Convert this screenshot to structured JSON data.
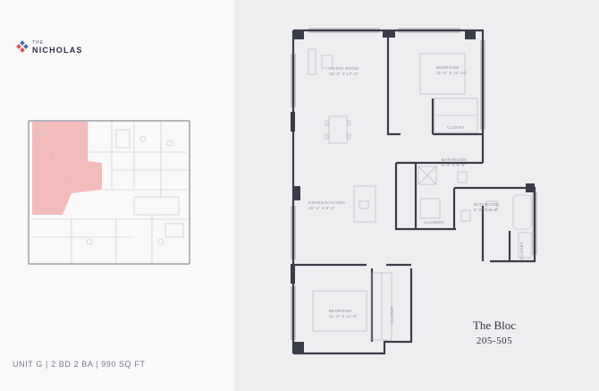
{
  "brand": {
    "the": "THE",
    "name": "NICHOLAS"
  },
  "unit_caption": "UNIT G | 2 BD 2 BA | 990 SQ FT",
  "plan": {
    "name": "The Bloc",
    "units": "205-505"
  },
  "rooms": {
    "living_room": "LIVING ROOM",
    "living_dims": "16'-6\" X 17'-2\"",
    "bedroom_1": "BEDROOM",
    "bedroom_1_dims": "11'-0\" X 11'-10\"",
    "closet_1": "CLOSET",
    "bathroom_1": "BATHROOM",
    "bathroom_1_dims": "5'-3\" X 8'-6\"",
    "dining_kitchen": "DINING/KITCHEN",
    "dining_kitchen_dims": "16'-1\" X 9'-2\"",
    "laundry": "LAUNDRY",
    "bathroom_2": "BATHROOM",
    "bathroom_2_dims": "5'-0\" X 8'-4\"",
    "closet_2": "CLOSET",
    "bedroom_2": "BEDROOM",
    "bedroom_2_dims": "11'-4\" X 11'-6\"",
    "closet_3": "CLOSET"
  },
  "colors": {
    "highlight": "#f2a5a5",
    "wall": "#3a3d48",
    "accent": "#2c3346"
  }
}
